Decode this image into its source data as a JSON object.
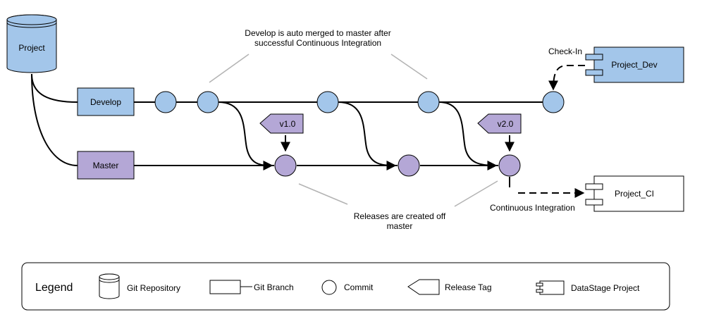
{
  "repository": {
    "label": "Project"
  },
  "branches": {
    "develop": {
      "label": "Develop"
    },
    "master": {
      "label": "Master"
    }
  },
  "tags": {
    "v1": {
      "label": "v1.0"
    },
    "v2": {
      "label": "v2.0"
    }
  },
  "projects": {
    "dev": {
      "label": "Project_Dev"
    },
    "ci": {
      "label": "Project_CI"
    }
  },
  "annotations": {
    "auto_merge_line1": "Develop is auto merged to master after",
    "auto_merge_line2": "successful Continuous Integration",
    "releases_line1": "Releases are created off",
    "releases_line2": "master",
    "check_in": "Check-In",
    "continuous_integration": "Continuous Integration"
  },
  "legend": {
    "title": "Legend",
    "items": {
      "git_repository": "Git Repository",
      "git_branch": "Git Branch",
      "commit": "Commit",
      "release_tag": "Release Tag",
      "datastage_project": "DataStage Project"
    }
  },
  "colors": {
    "develop": "#a3c6ea",
    "master": "#b4a7d6",
    "annotation_line": "#b3b3b3"
  }
}
